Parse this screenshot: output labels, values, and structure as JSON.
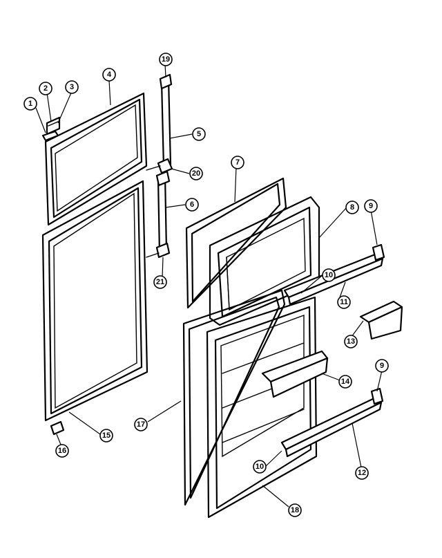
{
  "callouts": [
    {
      "id": "c1",
      "label": "1"
    },
    {
      "id": "c2",
      "label": "2"
    },
    {
      "id": "c3",
      "label": "3"
    },
    {
      "id": "c4",
      "label": "4"
    },
    {
      "id": "c5",
      "label": "5"
    },
    {
      "id": "c6",
      "label": "6"
    },
    {
      "id": "c7",
      "label": "7"
    },
    {
      "id": "c8",
      "label": "8"
    },
    {
      "id": "c9a",
      "label": "9"
    },
    {
      "id": "c9b",
      "label": "9"
    },
    {
      "id": "c10a",
      "label": "10"
    },
    {
      "id": "c10b",
      "label": "10"
    },
    {
      "id": "c11",
      "label": "11"
    },
    {
      "id": "c12",
      "label": "12"
    },
    {
      "id": "c13",
      "label": "13"
    },
    {
      "id": "c14",
      "label": "14"
    },
    {
      "id": "c15",
      "label": "15"
    },
    {
      "id": "c16",
      "label": "16"
    },
    {
      "id": "c17",
      "label": "17"
    },
    {
      "id": "c18",
      "label": "18"
    },
    {
      "id": "c19",
      "label": "19"
    },
    {
      "id": "c20",
      "label": "20"
    },
    {
      "id": "c21",
      "label": "21"
    }
  ]
}
